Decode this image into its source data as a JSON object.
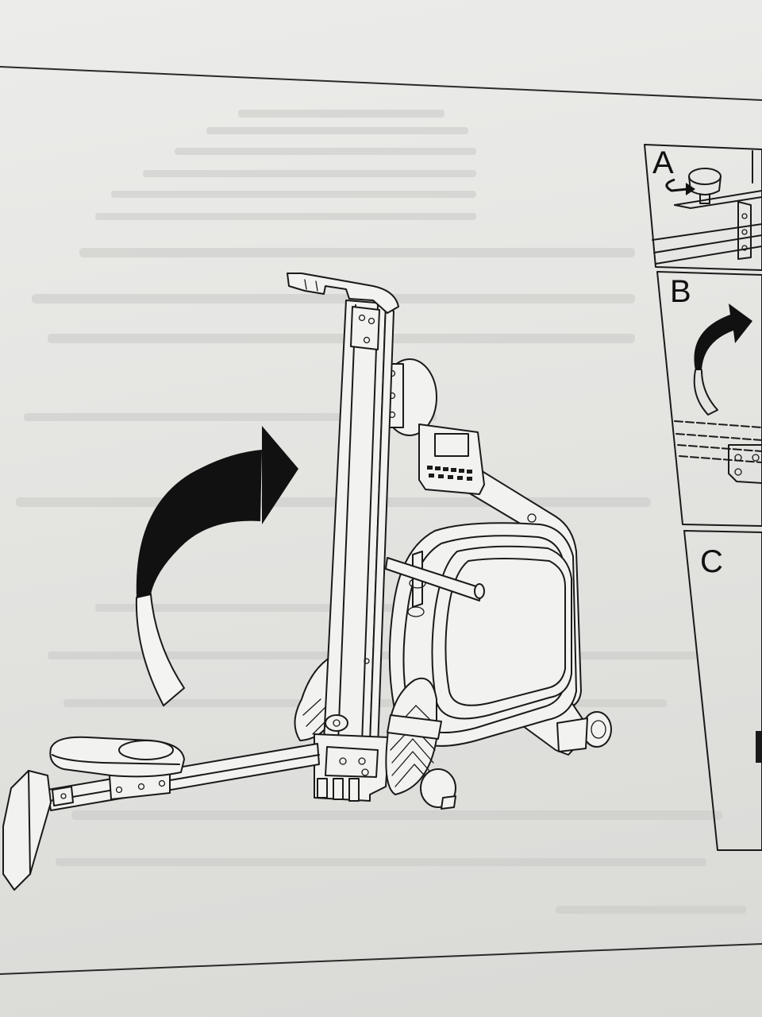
{
  "document": {
    "type": "assembly-instruction-page",
    "background_color": "#e6e6e4",
    "line_color": "#1a1a1a"
  },
  "main_figure": {
    "illustration": "rowing-machine-rail-folding-up",
    "arrow_direction": "curved-up-right",
    "arrow_color": "#111111"
  },
  "detail_panels": [
    {
      "label": "A",
      "illustration": "knob-turn-detail-icon"
    },
    {
      "label": "B",
      "illustration": "rail-lift-detail-icon"
    },
    {
      "label": "C",
      "illustration": "detail-panel-cropped"
    }
  ]
}
